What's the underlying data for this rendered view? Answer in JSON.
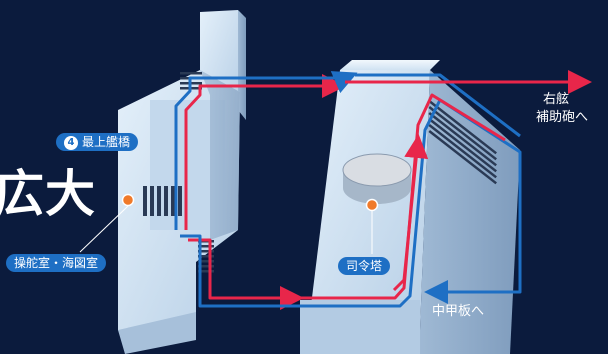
{
  "title_partial": "広大",
  "labels": {
    "bridge_number": "4",
    "bridge": "最上艦橋",
    "steering_room": "操舵室・海図室",
    "command_tower": "司令塔",
    "starboard_line1": "右舷",
    "starboard_line2": "補助砲へ",
    "mid_deck": "中甲板へ"
  },
  "colors": {
    "background": "#0b1b3d",
    "structure": "#cfe1f2",
    "route_red": "#e8264a",
    "route_blue": "#1e6fc4",
    "marker": "#f07a2a"
  }
}
